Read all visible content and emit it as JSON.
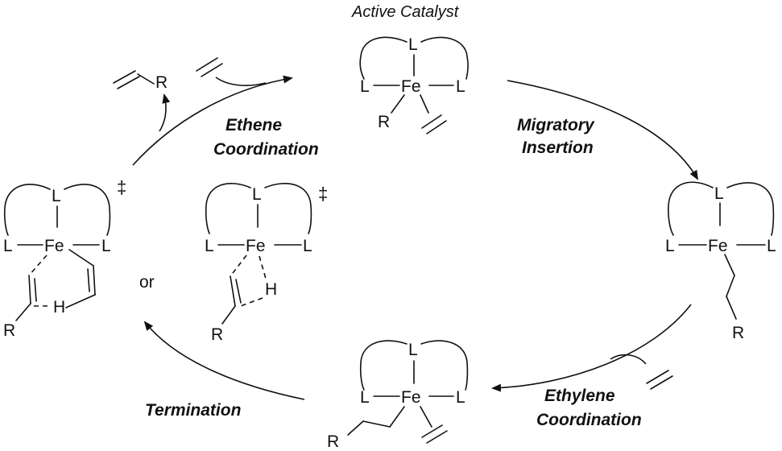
{
  "title": "Active Catalyst",
  "steps": {
    "migratory_1": "Migratory",
    "migratory_2": "Insertion",
    "ethylene_1": "Ethylene",
    "ethylene_2": "Coordination",
    "termination": "Termination",
    "ethene_1": "Ethene",
    "ethene_2": "Coordination"
  },
  "atoms": {
    "L": "L",
    "Fe": "Fe",
    "R": "R",
    "H": "H"
  },
  "symbols": {
    "dagger": "‡",
    "or": "or"
  }
}
